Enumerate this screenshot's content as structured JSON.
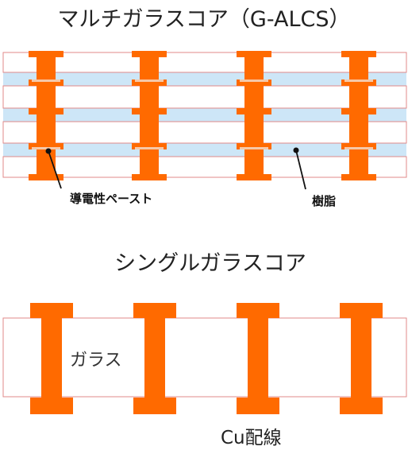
{
  "multi": {
    "title": "マルチガラスコア（G-ALCS）",
    "paste_label": "導電性ペースト",
    "resin_label": "樹脂"
  },
  "single": {
    "title": "シングルガラスコア",
    "glass_label": "ガラス",
    "cu_label": "Cu配線"
  },
  "colors": {
    "copper": "#FF6A00",
    "glass_outline": "#E08A8A",
    "resin": "#CDE6F7",
    "text": "#222222"
  }
}
